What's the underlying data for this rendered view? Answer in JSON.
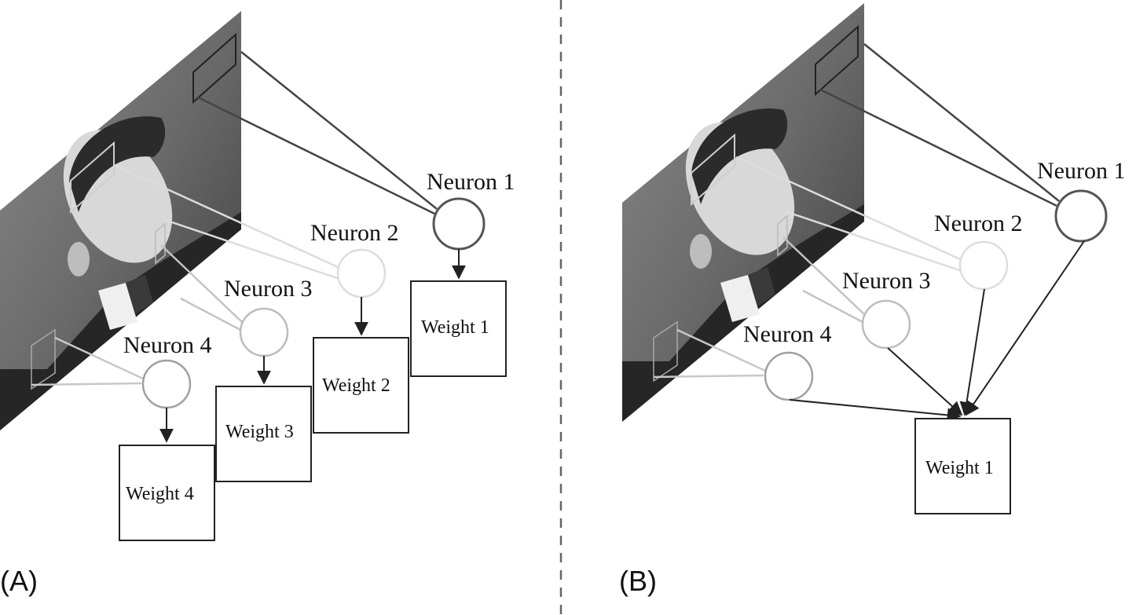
{
  "panels": [
    {
      "label": "(A)",
      "neurons": [
        "Neuron 1",
        "Neuron 2",
        "Neuron 3",
        "Neuron 4"
      ],
      "weights": [
        "Weight 1",
        "Weight 2",
        "Weight 3",
        "Weight 4"
      ]
    },
    {
      "label": "(B)",
      "neurons": [
        "Neuron 1",
        "Neuron 2",
        "Neuron 3",
        "Neuron 4"
      ],
      "weights": [
        "Weight 1"
      ]
    }
  ],
  "colors": {
    "line_dark": "#444444",
    "line_mid": "#9a9a9a",
    "line_light": "#c8c8c8",
    "line_faint": "#dcdcdc",
    "photo_bg": "#6e6e6e",
    "photo_dark": "#2a2a2a",
    "divider": "#666666"
  }
}
